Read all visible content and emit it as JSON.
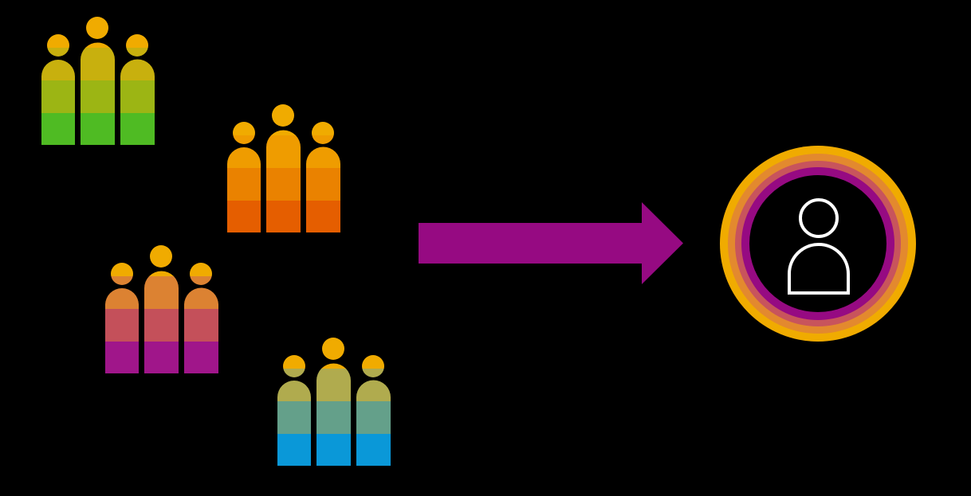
{
  "colors": {
    "background": "#000000",
    "head": "#f0ab00",
    "groups": [
      {
        "name": "green-group",
        "bands": [
          "#c8b00e",
          "#9cb514",
          "#4fbb23"
        ]
      },
      {
        "name": "orange-group",
        "bands": [
          "#ef9c00",
          "#ea8200",
          "#e55e00"
        ]
      },
      {
        "name": "magenta-group",
        "bands": [
          "#dc8232",
          "#c4505a",
          "#a0168a"
        ]
      },
      {
        "name": "blue-group",
        "bands": [
          "#b0ab4e",
          "#64a08a",
          "#0a98d8"
        ]
      }
    ],
    "arrow": "#960a82",
    "rings": [
      "#f0ab00",
      "#e3892e",
      "#c8545c",
      "#960a82"
    ],
    "user_icon": "#ffffff"
  }
}
